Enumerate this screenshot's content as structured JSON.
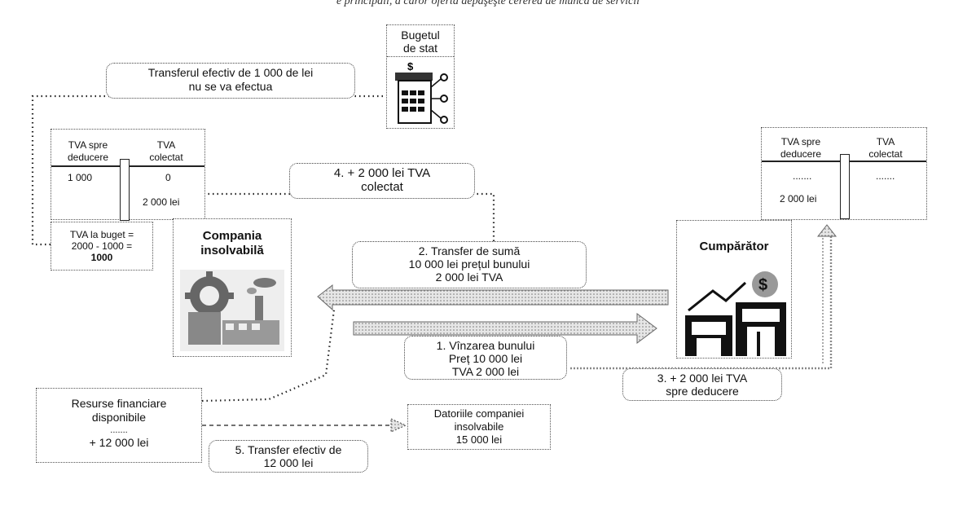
{
  "header_fragment": "e principali, a căror ofertă depăşeşte cererea de muncă de servicii",
  "budget": {
    "line1": "Bugetul",
    "line2": "de stat"
  },
  "note_transfer": {
    "line1": "Transferul efectiv de 1 000 de lei",
    "line2": "nu se va efectua"
  },
  "left_ledger": {
    "head_left_1": "TVA spre",
    "head_left_2": "deducere",
    "head_right_1": "TVA",
    "head_right_2": "colectat",
    "debit_1": "1 000",
    "credit_1": "0",
    "credit_2": "2 000 lei",
    "bottom_1": "TVA la buget =",
    "bottom_2": "2000 - 1000 =",
    "bottom_3": "1000"
  },
  "right_ledger": {
    "head_left_1": "TVA spre",
    "head_left_2": "deducere",
    "head_right_1": "TVA",
    "head_right_2": "colectat",
    "debit_1": ".......",
    "credit_1": ".......",
    "debit_2": "2 000 lei"
  },
  "step4": {
    "line1": "4. + 2 000 lei TVA",
    "line2": "colectat"
  },
  "company": {
    "line1": "Compania",
    "line2": "insolvabilă"
  },
  "step2": {
    "line1": "2. Transfer de sumă",
    "line2": "10 000 lei prețul bunului",
    "line3": "2 000 lei TVA"
  },
  "buyer": {
    "label": "Cumpărător",
    "symbol": "$"
  },
  "step1": {
    "line1": "1. Vînzarea bunului",
    "line2": "Preț 10 000 lei",
    "line3": "TVA 2 000 lei"
  },
  "step3": {
    "line1": "3. + 2 000 lei TVA",
    "line2": "spre deducere"
  },
  "resources": {
    "line1": "Resurse financiare",
    "line2": "disponibile",
    "line3": ".......",
    "line4": "+ 12 000 lei"
  },
  "debts": {
    "line1": "Datoriile companiei",
    "line2": "insolvabile",
    "line3": "15 000 lei"
  },
  "step5": {
    "line1": "5. Transfer efectiv de",
    "line2": "12 000 lei"
  },
  "colors": {
    "line": "#333333",
    "arrow_fill": "#d9d9d9",
    "dots": "#555555"
  }
}
